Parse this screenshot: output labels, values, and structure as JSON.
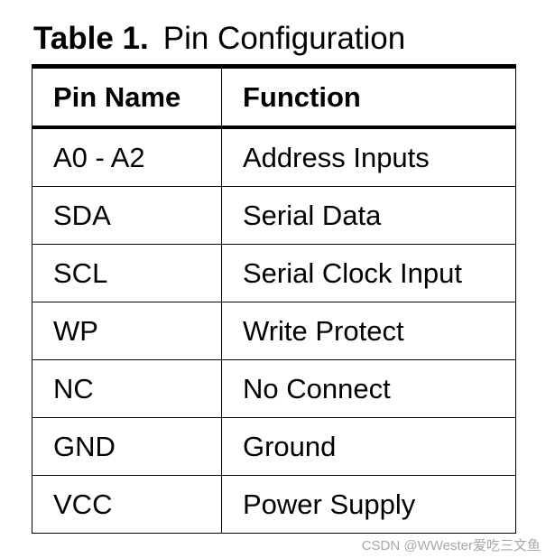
{
  "caption": {
    "label": "Table 1.",
    "title": "Pin Configuration"
  },
  "table": {
    "headers": [
      "Pin Name",
      "Function"
    ],
    "rows": [
      [
        "A0 - A2",
        "Address Inputs"
      ],
      [
        "SDA",
        "Serial Data"
      ],
      [
        "SCL",
        "Serial Clock Input"
      ],
      [
        "WP",
        "Write Protect"
      ],
      [
        "NC",
        "No Connect"
      ],
      [
        "GND",
        "Ground"
      ],
      [
        "VCC",
        "Power Supply"
      ]
    ]
  },
  "watermark": "CSDN @WWester爱吃三文鱼"
}
